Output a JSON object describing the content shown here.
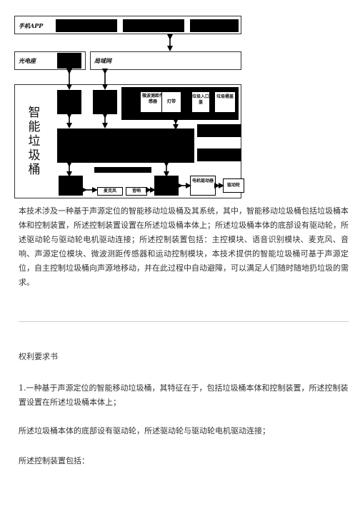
{
  "diagram": {
    "app_label": "手机APP",
    "optical_label": "光电座",
    "lan_label": "局域网",
    "side_title": [
      "智",
      "能",
      "垃",
      "圾",
      "桶"
    ],
    "modules": {
      "microwave": "微波测距传感器",
      "light": "灯带",
      "inlet": "垃圾入口盖",
      "outlet": "垃圾桶盖"
    },
    "bottom": {
      "mic": "麦克风",
      "speaker": "音响",
      "motor": "电机驱动器",
      "wheel": "驱动轮"
    }
  },
  "abstract": "本技术涉及一种基于声源定位的智能移动垃圾桶及其系统，其中，智能移动垃圾桶包括垃圾桶本体和控制装置，所述控制装置设置在所述垃圾桶本体上；所述垃圾桶本体的底部设有驱动轮，所述驱动轮与驱动轮电机驱动连接；所述控制装置包括：主控模块、语音识别模块、麦克风、音响、声源定位模块、微波测距传感器和运动控制模块，本技术提供的智能垃圾桶可基于声源定位，自主控制垃圾桶向声源地移动，并在此过程中自动避障，可以满足人们随时随地扔垃圾的需求。",
  "claims": {
    "heading": "权利要求书",
    "claim1": "1.一种基于声源定位的智能移动垃圾桶，其特征在于，包括垃圾桶本体和控制装置，所述控制装置设置在所述垃圾桶本体上；",
    "claim1_p2": "所述垃圾桶本体的底部设有驱动轮，所述驱动轮与驱动轮电机驱动连接；",
    "claim1_p3": "所述控制装置包括："
  }
}
